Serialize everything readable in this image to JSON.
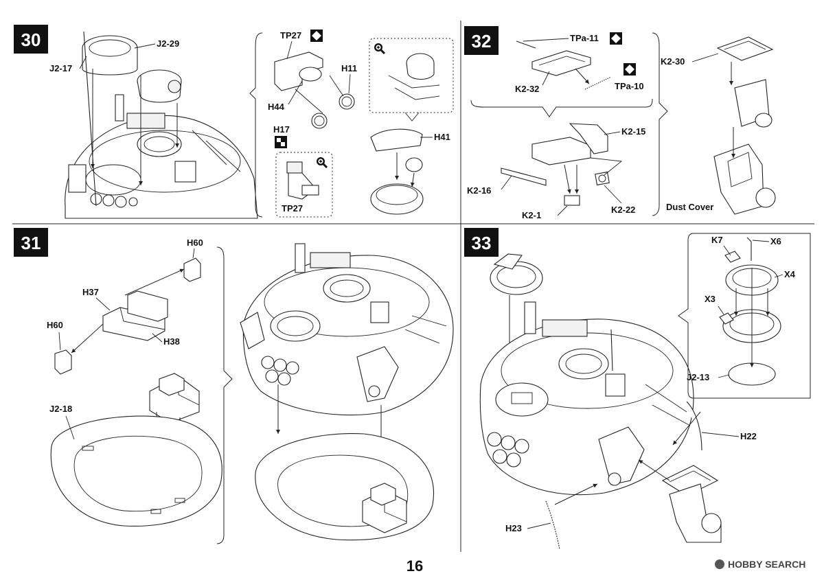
{
  "page_number": "16",
  "watermark": "HOBBY SEARCH",
  "steps": [
    {
      "number": "30",
      "labels": [
        "J2-17",
        "J2-29",
        "TP27",
        "H11",
        "H44",
        "H17",
        "TP27",
        "H41"
      ]
    },
    {
      "number": "32",
      "labels": [
        "TPa-11",
        "K2-32",
        "TPa-10",
        "K2-30",
        "K2-15",
        "K2-16",
        "K2-1",
        "K2-22",
        "Dust Cover"
      ]
    },
    {
      "number": "31",
      "labels": [
        "H60",
        "H37",
        "H38",
        "H60",
        "J2-18"
      ]
    },
    {
      "number": "33",
      "labels": [
        "K7",
        "X6",
        "X4",
        "X3",
        "J2-13",
        "H22",
        "H23"
      ]
    }
  ],
  "icons": {
    "magnify": "magnify-icon",
    "paint_diamond": "paint-diamond-icon",
    "paint_square": "paint-square-icon"
  }
}
